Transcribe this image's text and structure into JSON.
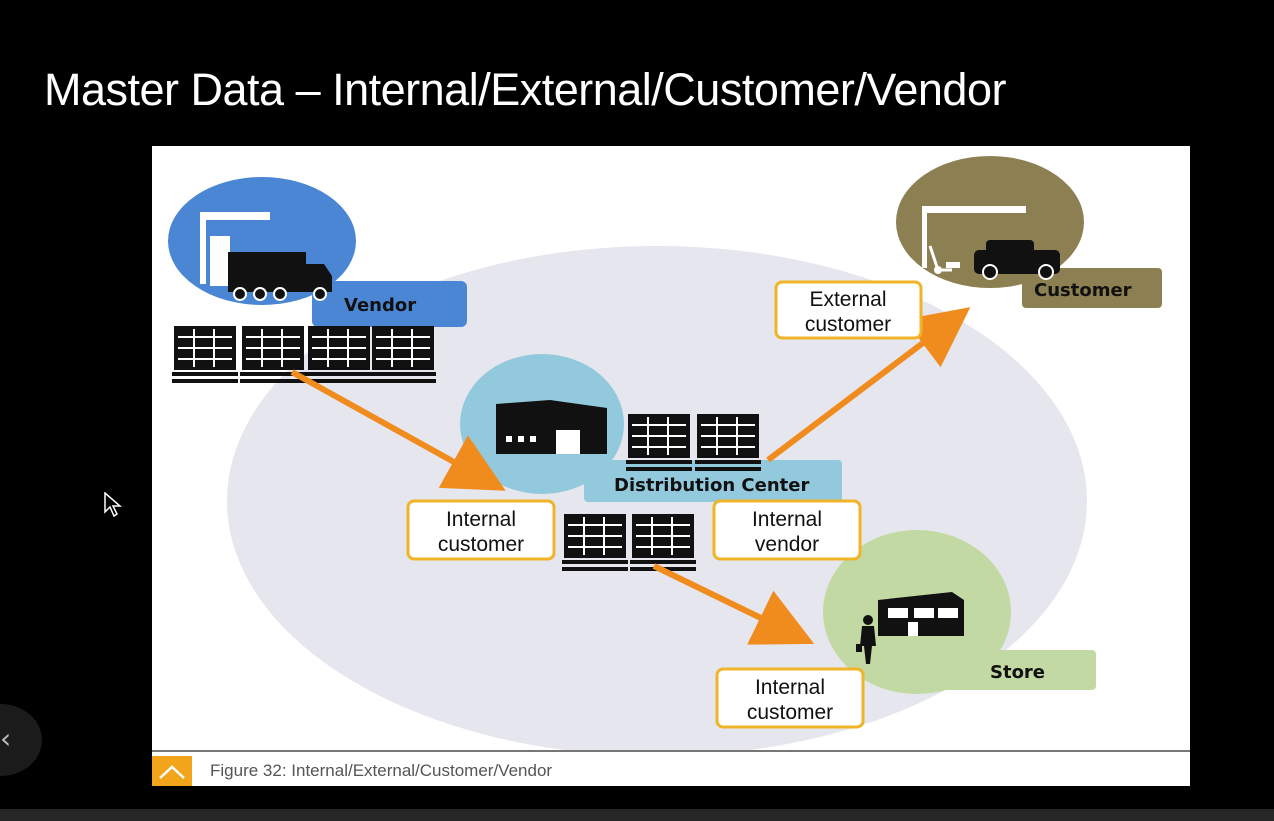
{
  "slide": {
    "title": "Master Data – Internal/External/Customer/Vendor"
  },
  "diagram": {
    "vendor_label": "Vendor",
    "distribution_center_label": "Distribution Center",
    "customer_label": "Customer",
    "store_label": "Store",
    "external_customer": [
      "External",
      "customer"
    ],
    "internal_customer_dc": [
      "Internal",
      "customer"
    ],
    "internal_vendor": [
      "Internal",
      "vendor"
    ],
    "internal_customer_store": [
      "Internal",
      "customer"
    ],
    "colors": {
      "vendor": "#4a86d3",
      "dc": "#92c9dc",
      "customer": "#8c7f52",
      "store": "#c3d9a3",
      "arrow": "#f08c1e",
      "box_border": "#f0b429",
      "ellipse": "#e6e6ee"
    }
  },
  "caption": {
    "text": "Figure 32: Internal/External/Customer/Vendor"
  },
  "controls": {
    "back_glyph": "‹"
  }
}
